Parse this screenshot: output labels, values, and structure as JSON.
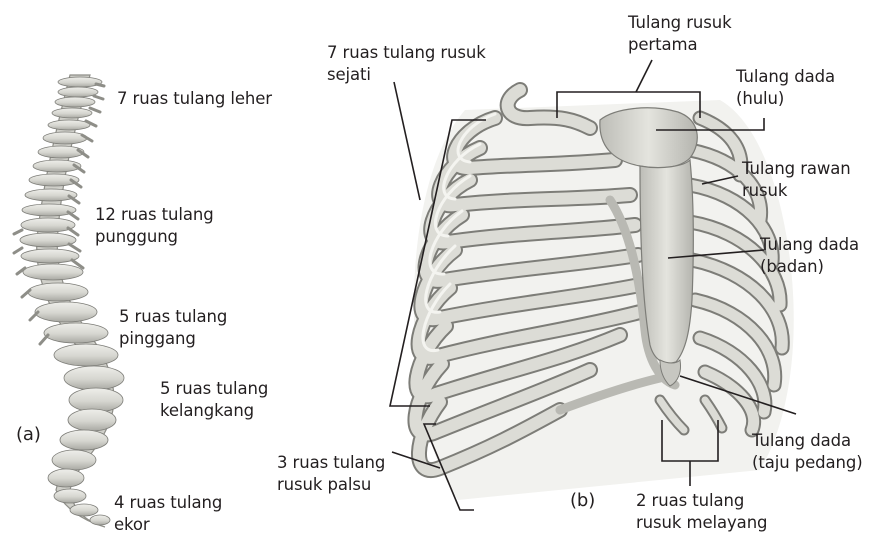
{
  "figure_labels": {
    "a": "(a)",
    "b": "(b)"
  },
  "spine_labels": {
    "cervical": [
      "7 ruas tulang leher"
    ],
    "thoracic": [
      "12 ruas tulang",
      "punggung"
    ],
    "lumbar": [
      "5 ruas tulang",
      "pinggang"
    ],
    "sacral": [
      "5 ruas tulang",
      "kelangkang"
    ],
    "coccyx": [
      "4 ruas tulang",
      "ekor"
    ]
  },
  "ribcage_labels": {
    "true_ribs": [
      "7 ruas tulang rusuk",
      "sejati"
    ],
    "first_rib": [
      "Tulang rusuk",
      "pertama"
    ],
    "manubrium": [
      "Tulang dada",
      "(hulu)"
    ],
    "cartilage": [
      "Tulang rawan",
      "rusuk"
    ],
    "body": [
      "Tulang dada",
      "(badan)"
    ],
    "xiphoid": [
      "Tulang dada",
      "(taju pedang)"
    ],
    "false_ribs": [
      "3 ruas tulang",
      "rusuk palsu"
    ],
    "floating_ribs": [
      "2 ruas tulang",
      "rusuk melayang"
    ]
  },
  "colors": {
    "bone": "#dcdcd6",
    "bone_shadow": "#9e9e98",
    "bone_edge": "#7d7d78",
    "line": "#231f20"
  }
}
